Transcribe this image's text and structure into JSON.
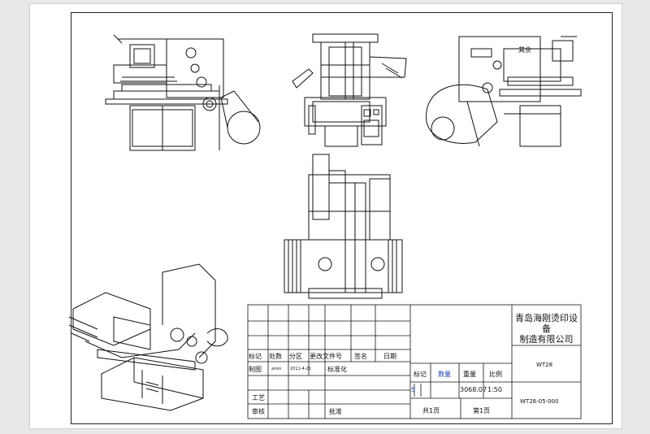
{
  "drawing": {
    "views": [
      "front-view",
      "top-view",
      "side-view",
      "bottom-view",
      "isometric-view"
    ],
    "callout_text": "其余"
  },
  "title_block": {
    "company_line1": "青岛海刚烫印设备",
    "company_line2": "制造有限公司",
    "revision_headers": [
      "标记",
      "处数",
      "分区",
      "更改文件号",
      "签名",
      "日期"
    ],
    "drawn_label": "制图",
    "drawn_name": "anon",
    "drawn_date": "2011-4-21",
    "standardized_label": "标准化",
    "process_label": "工艺",
    "review_label": "审核",
    "approve_label": "批准",
    "mark_label": "标记",
    "quantity_label": "数量",
    "weight_label": "重量",
    "scale_label": "比例",
    "mark_value": "S",
    "weight_value": "3068.07",
    "scale_value": "1:50",
    "sheets_total": "共1页",
    "sheet_no": "第1页",
    "part_name": "WT28",
    "drawing_number": "WT28-05-000"
  }
}
